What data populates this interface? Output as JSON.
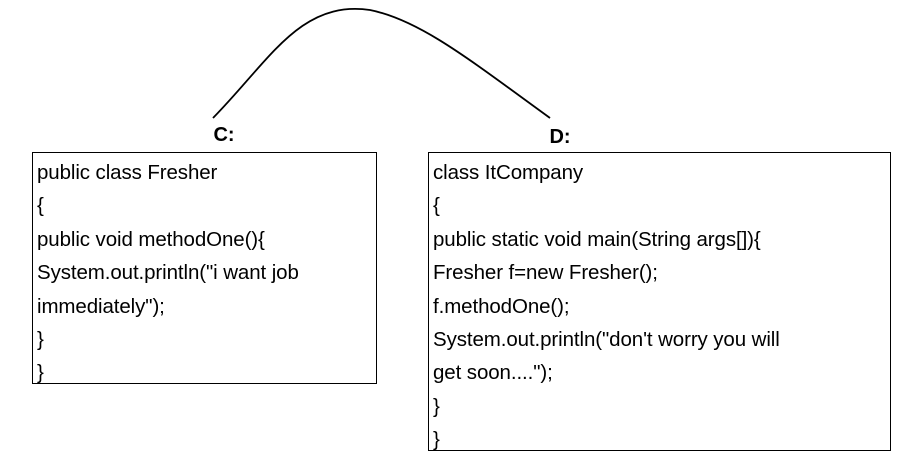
{
  "diagram": {
    "line_color": "#000000",
    "nodes": [
      {
        "label": "C:",
        "code_lines": [
          "public class Fresher",
          "{",
          "public void methodOne(){",
          "System.out.println(\"i want job",
          "immediately\");",
          "}",
          "}"
        ]
      },
      {
        "label": "D:",
        "code_lines": [
          "class ItCompany",
          "{",
          "public static void main(String args[]){",
          "Fresher f=new Fresher();",
          "f.methodOne();",
          "System.out.println(\"don't worry you will",
          "get soon....\");",
          "}",
          "}"
        ]
      }
    ]
  }
}
